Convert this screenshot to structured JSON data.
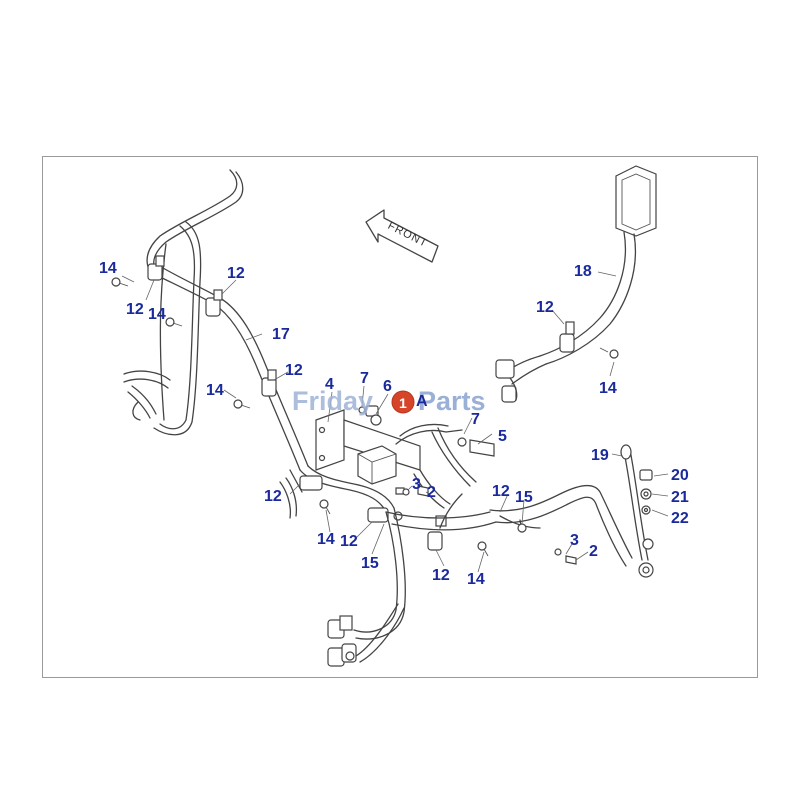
{
  "diagram": {
    "direction_label": "FRONT",
    "watermark": {
      "text_a": "Friday",
      "text_b": "Parts",
      "badge": "1"
    },
    "callouts": [
      {
        "id": "c01",
        "label": "14"
      },
      {
        "id": "c02",
        "label": "12"
      },
      {
        "id": "c03",
        "label": "12"
      },
      {
        "id": "c04",
        "label": "14"
      },
      {
        "id": "c05",
        "label": "17"
      },
      {
        "id": "c06",
        "label": "12"
      },
      {
        "id": "c07",
        "label": "14"
      },
      {
        "id": "c08",
        "label": "4"
      },
      {
        "id": "c09",
        "label": "7"
      },
      {
        "id": "c10",
        "label": "6"
      },
      {
        "id": "c11",
        "label": "A"
      },
      {
        "id": "c12",
        "label": "7"
      },
      {
        "id": "c13",
        "label": "5"
      },
      {
        "id": "c14",
        "label": "18"
      },
      {
        "id": "c15",
        "label": "12"
      },
      {
        "id": "c16",
        "label": "14"
      },
      {
        "id": "c17",
        "label": "19"
      },
      {
        "id": "c18",
        "label": "20"
      },
      {
        "id": "c19",
        "label": "21"
      },
      {
        "id": "c20",
        "label": "22"
      },
      {
        "id": "c21",
        "label": "12"
      },
      {
        "id": "c22",
        "label": "3"
      },
      {
        "id": "c23",
        "label": "2"
      },
      {
        "id": "c24",
        "label": "12"
      },
      {
        "id": "c25",
        "label": "15"
      },
      {
        "id": "c26",
        "label": "14"
      },
      {
        "id": "c27",
        "label": "12"
      },
      {
        "id": "c28",
        "label": "15"
      },
      {
        "id": "c29",
        "label": "12"
      },
      {
        "id": "c30",
        "label": "14"
      },
      {
        "id": "c31",
        "label": "3"
      },
      {
        "id": "c32",
        "label": "2"
      }
    ]
  }
}
